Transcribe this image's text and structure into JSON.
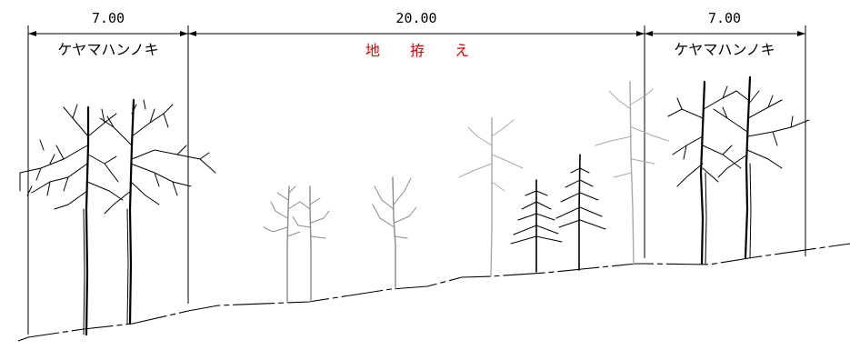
{
  "dimensions": {
    "left": "7.00",
    "center": "20.00",
    "right": "7.00"
  },
  "zones": {
    "left": "ケヤマハンノキ",
    "center": "地 拵 え",
    "right": "ケヤマハンノキ"
  },
  "colors": {
    "center_label": "#e00000",
    "line": "#000000",
    "young_tree": "#8a8a8a"
  }
}
